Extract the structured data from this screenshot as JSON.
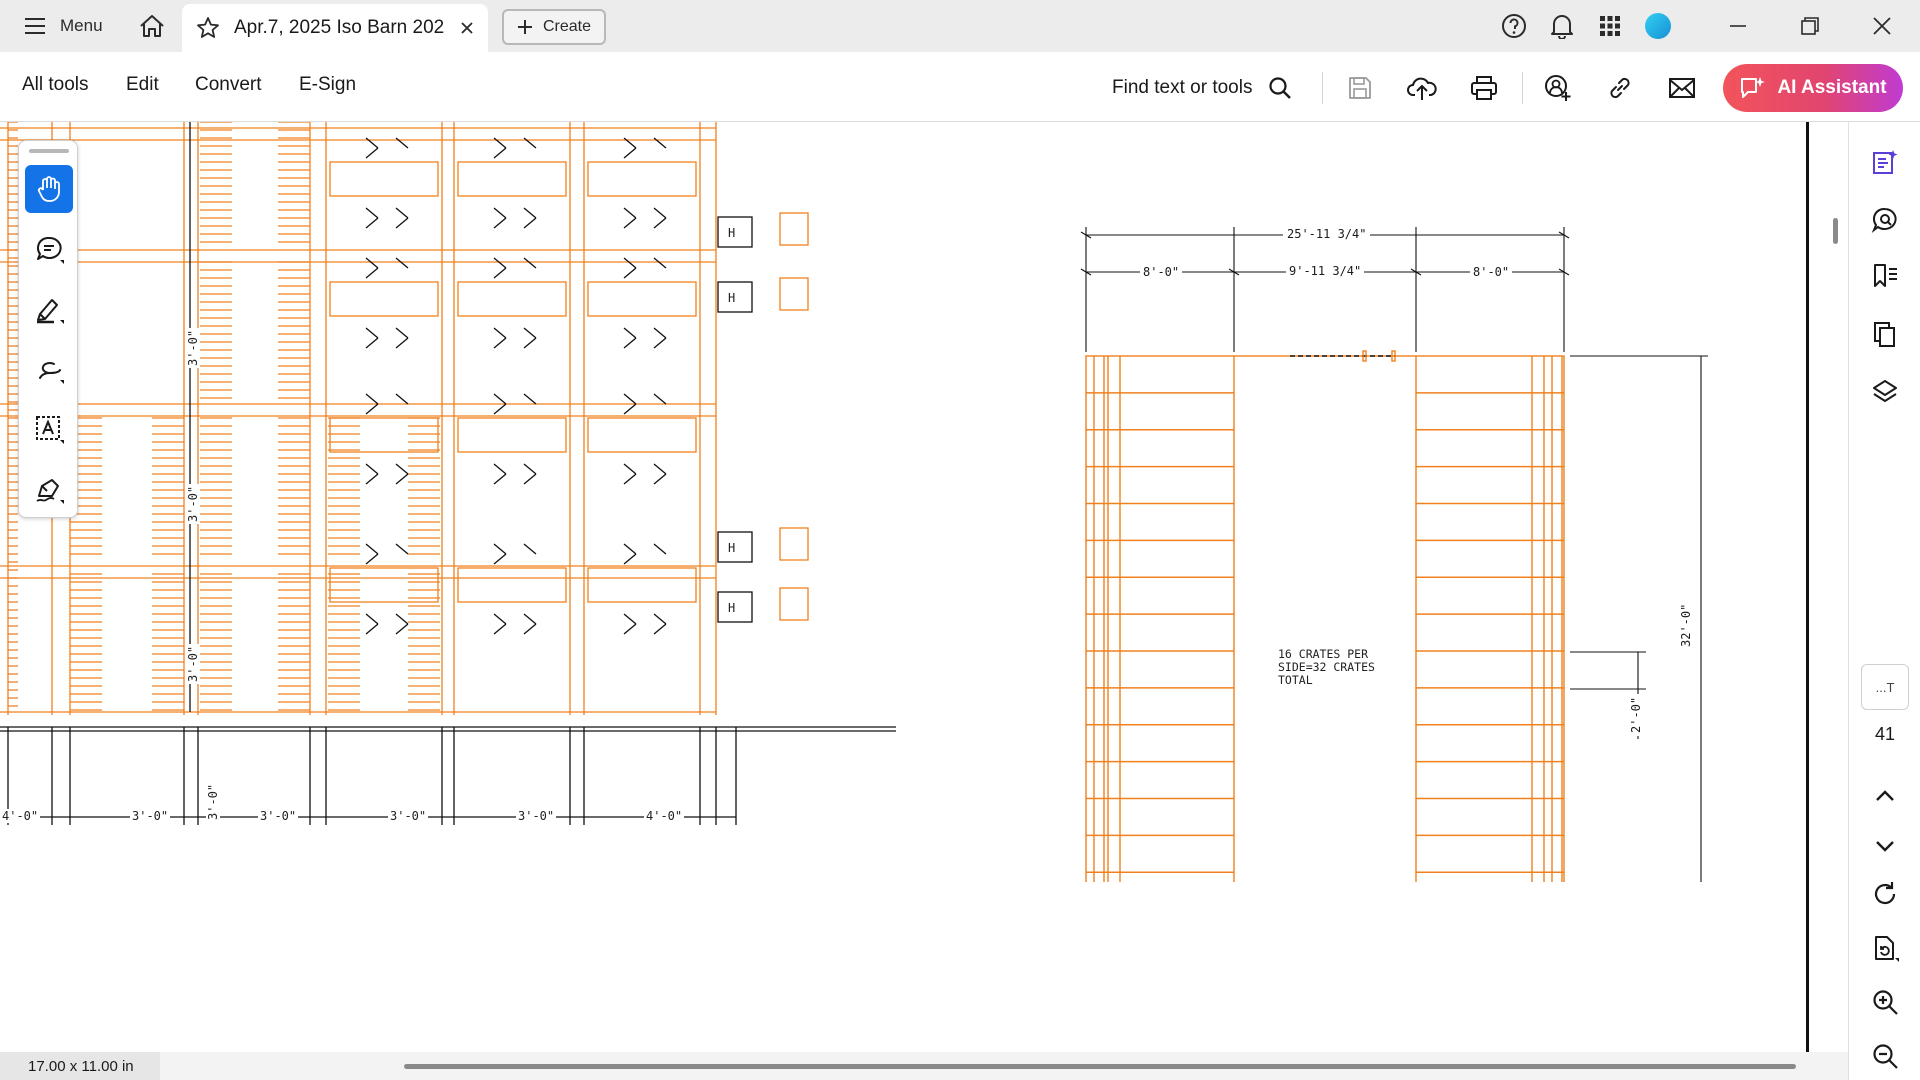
{
  "titlebar": {
    "menu_label": "Menu",
    "tab_title": "Apr.7, 2025 Iso Barn 202...",
    "create_label": "Create"
  },
  "toolbar": {
    "menu_items": [
      "All tools",
      "Edit",
      "Convert",
      "E-Sign"
    ],
    "find_label": "Find text or tools",
    "ai_label": "AI Assistant"
  },
  "drawing": {
    "total_width": "25'-11 3/4\"",
    "left_width": "8'-0\"",
    "center_width": "9'-11 3/4\"",
    "right_width": "8'-0\"",
    "height": "32'-0\"",
    "crate_height": "2'-0\"",
    "note_line1": "16 CRATES PER",
    "note_line2": "SIDE=32 CRATES",
    "note_line3": "TOTAL",
    "left_dims": [
      "4'-0\"",
      "3'-0\"",
      "3'-0\"",
      "3'-0\"",
      "3'-0\"",
      "4'-0\""
    ],
    "vertical_dims": [
      "3'-0\"",
      "3'-0\"",
      "3'-0\"",
      "3'-0\""
    ],
    "h_label": "H"
  },
  "right_panel": {
    "page_current": "...T",
    "page_number": "41"
  },
  "status": {
    "page_size": "17.00 x 11.00 in"
  },
  "colors": {
    "drawing_orange": "#f0811e",
    "active_tool": "#1473e6",
    "ai_gradient_start": "#f2545b",
    "ai_gradient_end": "#c03bd2",
    "purple_icon": "#5c3fd6"
  }
}
